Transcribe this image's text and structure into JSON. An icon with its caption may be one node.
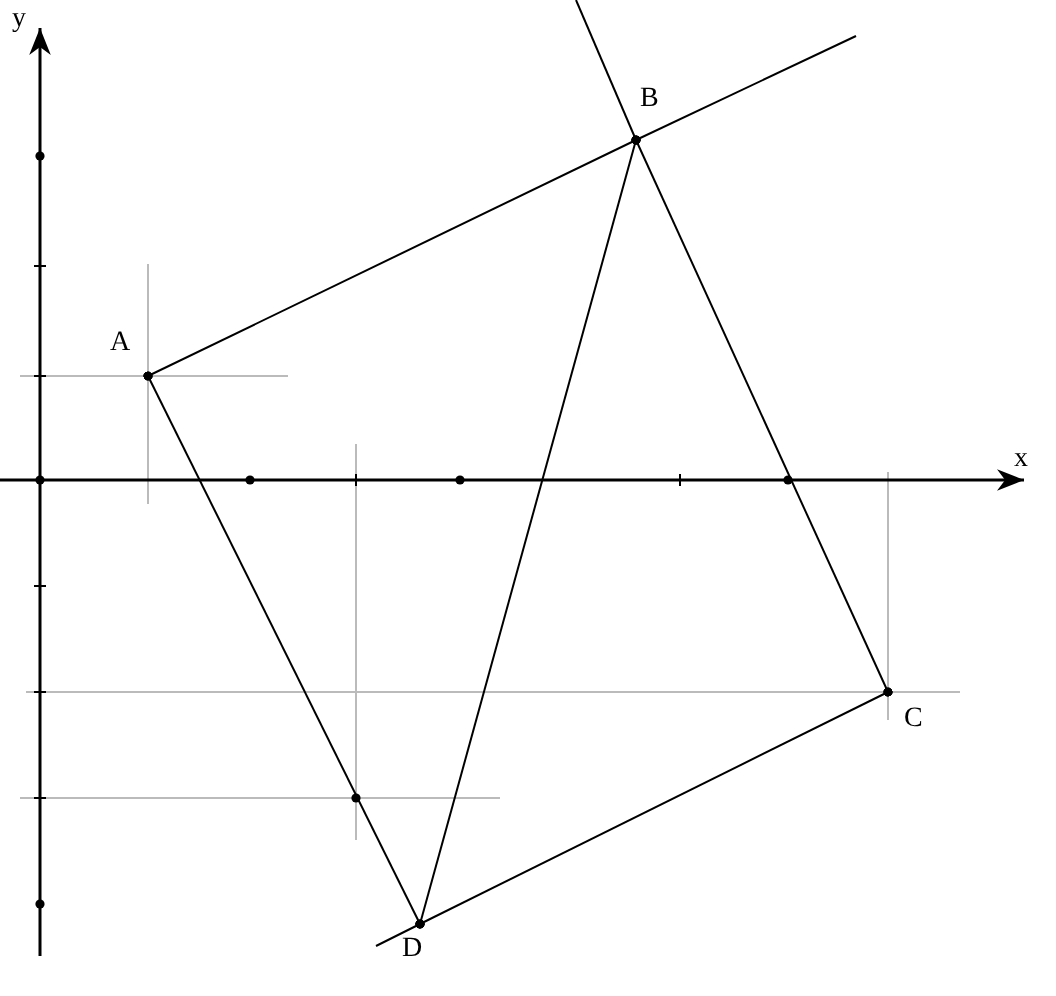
{
  "diagram": {
    "nodes": [
      {
        "text": [
          "A"
        ]
      },
      {
        "text": [
          "B"
        ]
      },
      {
        "text": [
          "C"
        ]
      },
      {
        "text": [
          "D"
        ]
      }
    ],
    "edges": [
      {
        "from": 0,
        "to": 1,
        "arrow": "other"
      },
      {
        "from": 1,
        "to": 2,
        "arrow": "other"
      },
      {
        "from": 2,
        "to": 3,
        "arrow": "other"
      },
      {
        "from": 3,
        "to": 0,
        "arrow": "other"
      },
      {
        "from": 1,
        "to": 3,
        "arrow": "other"
      }
    ],
    "labels": [
      "y",
      "x"
    ]
  }
}
